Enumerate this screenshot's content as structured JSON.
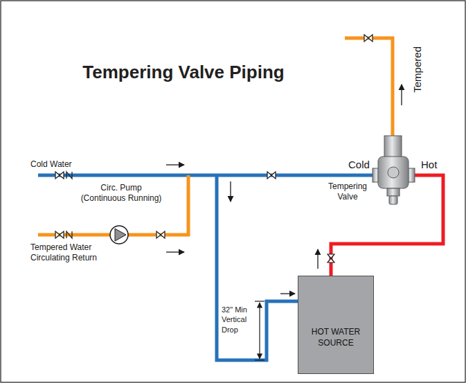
{
  "diagram": {
    "title": "Tempering Valve Piping",
    "nodes": [
      {
        "text": [
          "HOT WATER SOURCE"
        ]
      }
    ],
    "labels": [
      "Cold Water",
      "Circ. Pump (Continuous Running)",
      "Tempered Water Circulating Return",
      "Cold",
      "Hot",
      "Tempering Valve",
      "Tempered",
      "32\" Min Vertical Drop"
    ]
  }
}
